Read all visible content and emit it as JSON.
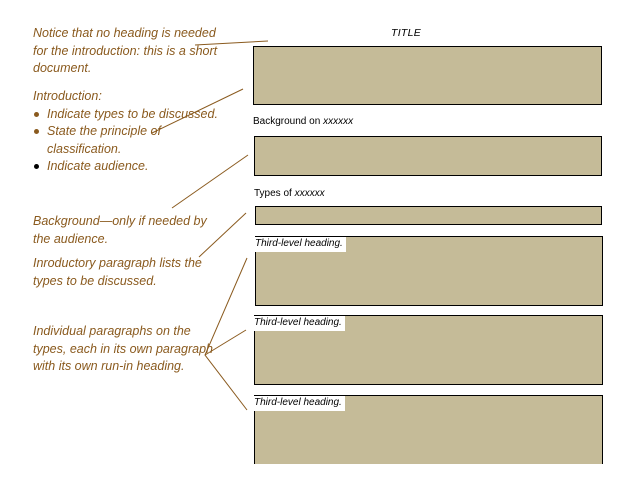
{
  "doc": {
    "title": "TITLE",
    "heading_background_prefix": "Background on ",
    "heading_background_var": "xxxxxx",
    "heading_types_prefix": "Types of ",
    "heading_types_var": "xxxxxx",
    "third_level_label": "Third-level heading."
  },
  "notes": {
    "no_heading": "Notice that no heading is needed for the introduction: this is a short document.",
    "introduction_title": "Introduction:",
    "introduction_items": [
      "Indicate types to be discussed.",
      "State the principle of classification.",
      "Indicate audience."
    ],
    "background": "Background—only if needed by the audience.",
    "introductory_paragraph": "Inroductory paragraph lists the types to be discussed.",
    "individual_paragraphs": "Individual paragraphs on the types, each in its own paragraph with its own run-in heading."
  },
  "colors": {
    "annotation": "#8a5a1e",
    "box_fill": "#c5bb98",
    "box_border": "#000000"
  }
}
